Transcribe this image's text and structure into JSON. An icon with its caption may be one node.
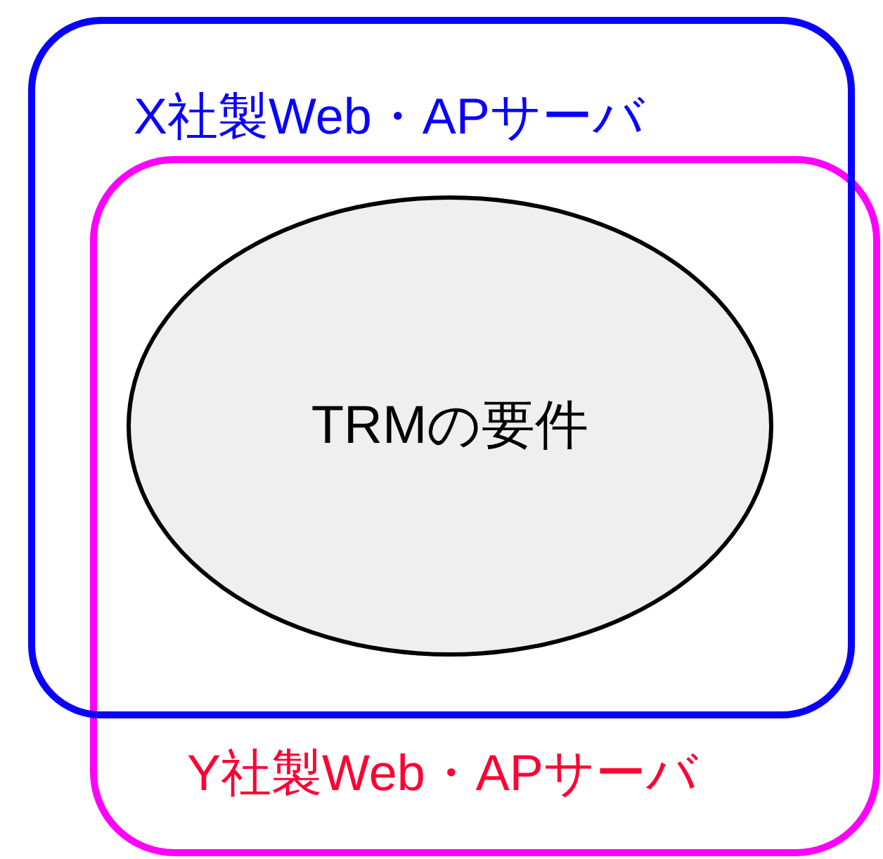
{
  "diagram": {
    "nodes": [
      {
        "text": [
          "X社製Web・APサーバ"
        ]
      },
      {
        "text": [
          "Y社製Web・APサーバ"
        ]
      },
      {
        "text": [
          "TRMの要件"
        ]
      }
    ]
  }
}
